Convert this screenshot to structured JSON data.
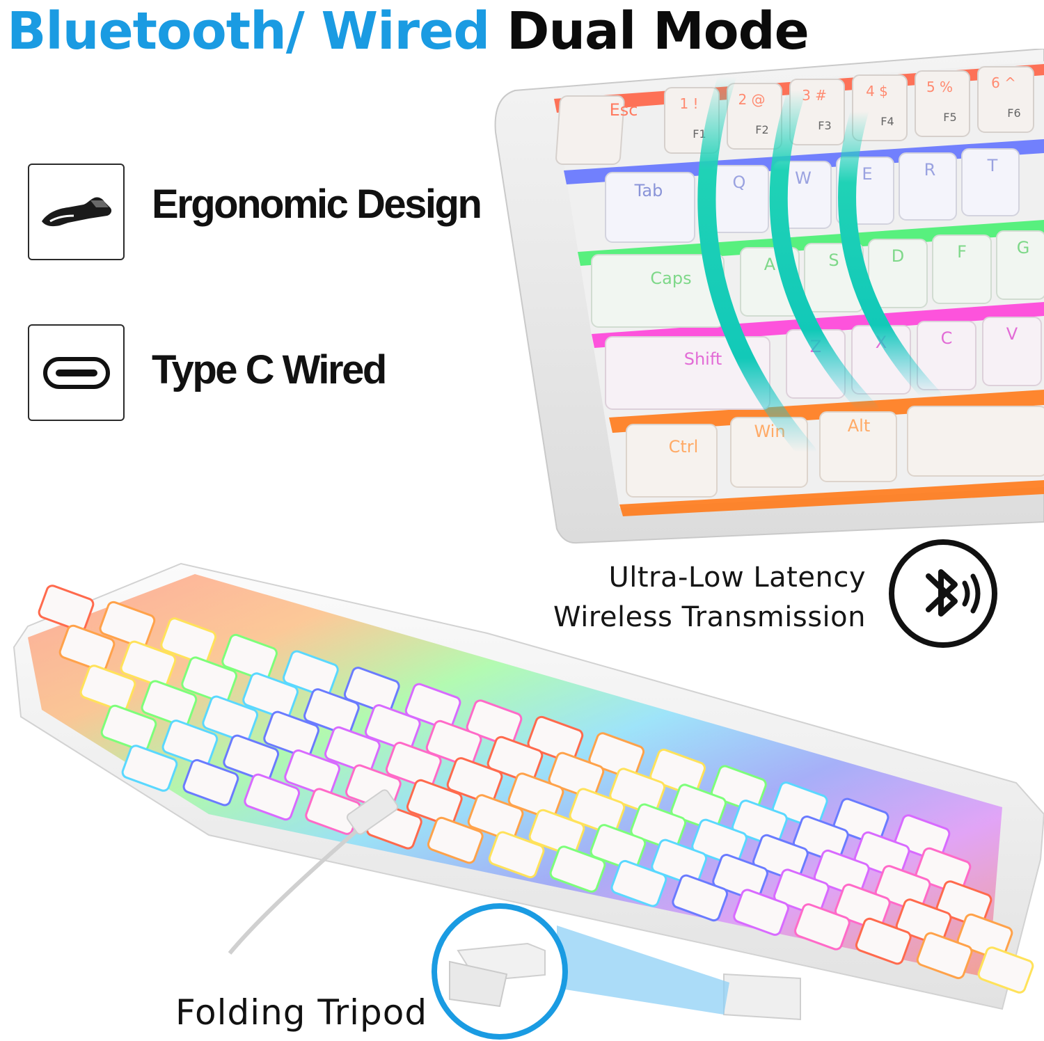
{
  "headline": {
    "part1": "Bluetooth/ Wired",
    "part2": "Dual Mode",
    "accent_color": "#1a9be2",
    "dark_color": "#0b0b0b"
  },
  "features": [
    {
      "label": "Ergonomic Design",
      "icon": "hand-icon"
    },
    {
      "label": "Type C Wired",
      "icon": "usb-c-port-icon"
    }
  ],
  "wireless": {
    "line1": "Ultra-Low Latency",
    "line2": "Wireless Transmission",
    "icon": "bluetooth-wave-icon"
  },
  "tripod": {
    "label": "Folding Tripod",
    "highlight_color": "#1a9be2"
  },
  "keyboard_top": {
    "key_labels": [
      "Esc",
      "1 !",
      "2 @",
      "3 #",
      "4 $",
      "5 %",
      "6 ^",
      "F1",
      "F2",
      "F3",
      "F4",
      "F5",
      "F6",
      "Tab",
      "Q",
      "W",
      "E",
      "R",
      "T",
      "Caps",
      "A",
      "S",
      "D",
      "F",
      "G",
      "Shift",
      "Z",
      "X",
      "C",
      "V",
      "Ctrl",
      "Win",
      "Alt"
    ],
    "row_glow_colors": [
      "#ff5a3c",
      "#5b6cff",
      "#3df06a",
      "#ff37d8",
      "#ff7a1a"
    ]
  },
  "keyboard_bottom": {
    "glow_colors": [
      "#ff6a4d",
      "#ffa24a",
      "#ffe25a",
      "#7dff7a",
      "#5ad8ff",
      "#6a7bff",
      "#d86aff",
      "#ff6ac8"
    ]
  }
}
